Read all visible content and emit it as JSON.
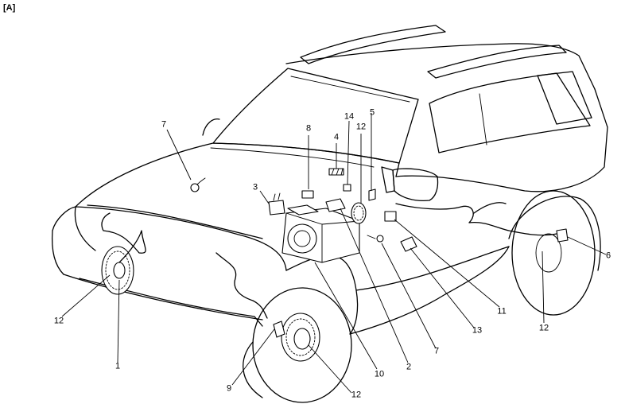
{
  "figure": {
    "tag": "[A]"
  },
  "callouts": [
    {
      "id": "c1",
      "text": "1"
    },
    {
      "id": "c2",
      "text": "2"
    },
    {
      "id": "c3",
      "text": "3"
    },
    {
      "id": "c4",
      "text": "4"
    },
    {
      "id": "c5",
      "text": "5"
    },
    {
      "id": "c6",
      "text": "6"
    },
    {
      "id": "c7a",
      "text": "7"
    },
    {
      "id": "c7b",
      "text": "7"
    },
    {
      "id": "c8",
      "text": "8"
    },
    {
      "id": "c9",
      "text": "9"
    },
    {
      "id": "c10",
      "text": "10"
    },
    {
      "id": "c11",
      "text": "11"
    },
    {
      "id": "c12a",
      "text": "12"
    },
    {
      "id": "c12b",
      "text": "12"
    },
    {
      "id": "c12c",
      "text": "12"
    },
    {
      "id": "c12d",
      "text": "12"
    },
    {
      "id": "c13",
      "text": "13"
    },
    {
      "id": "c14",
      "text": "14"
    }
  ]
}
